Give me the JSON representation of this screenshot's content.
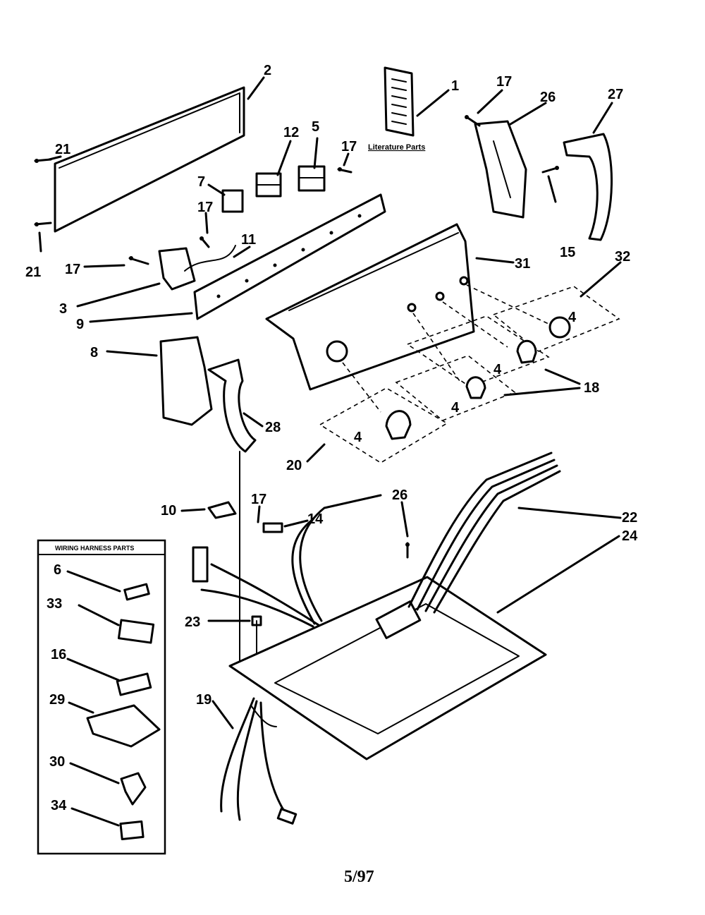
{
  "callouts": {
    "c1": "1",
    "c2": "2",
    "c3": "3",
    "c4a": "4",
    "c4b": "4",
    "c4c": "4",
    "c4d": "4",
    "c5": "5",
    "c6": "6",
    "c7": "7",
    "c8": "8",
    "c9": "9",
    "c10": "10",
    "c11": "11",
    "c12": "12",
    "c14": "14",
    "c15": "15",
    "c16": "16",
    "c17a": "17",
    "c17b": "17",
    "c17c": "17",
    "c17d": "17",
    "c17e": "17",
    "c18": "18",
    "c19": "19",
    "c20": "20",
    "c21a": "21",
    "c21b": "21",
    "c22": "22",
    "c23": "23",
    "c24": "24",
    "c26a": "26",
    "c26b": "26",
    "c27": "27",
    "c28": "28",
    "c29": "29",
    "c30": "30",
    "c31": "31",
    "c32": "32",
    "c33": "33",
    "c34": "34"
  },
  "literature_label": "Literature Parts",
  "wiring_box_title": "WIRING HARNESS PARTS",
  "footer_date": "5/97"
}
